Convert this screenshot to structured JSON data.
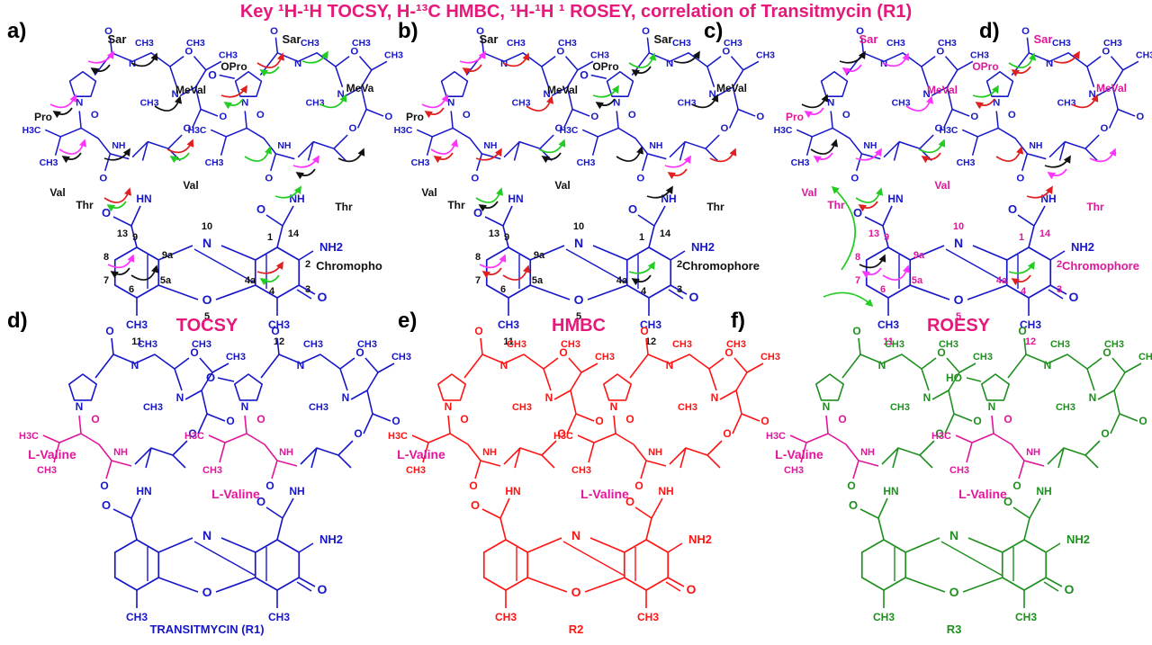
{
  "title": {
    "text": "Key ¹H-¹H  TOCSY, H-¹³C HMBC, ¹H-¹H ¹ ROSEY,  correlation of Transitmycin (R1)"
  },
  "panel_labels": [
    "a)",
    "b)",
    "c)",
    "d)",
    "d)",
    "e)",
    "f)"
  ],
  "methods": [
    "TOCSY",
    "HMBC",
    "ROESY"
  ],
  "residues": {
    "sar": "Sar",
    "pro": "Pro",
    "opro": "OPro",
    "meval": "MeVal",
    "meval_cut": "MeVa",
    "val": "Val",
    "thr": "Thr",
    "chromophore": "Chromophore",
    "chromophore_cut": "Chromopho"
  },
  "groups": {
    "nh": "NH",
    "nh2": "NH2",
    "hn": "HN",
    "ch3": "CH3",
    "h3c": "H3C",
    "n": "N",
    "o": "O",
    "ho": "HO"
  },
  "atom_numbers": [
    "1",
    "2",
    "3",
    "4",
    "4a",
    "5",
    "5a",
    "6",
    "7",
    "8",
    "9",
    "9a",
    "10",
    "11",
    "12",
    "13",
    "14"
  ],
  "lvaline": "L-Valine",
  "compounds": [
    "TRANSITMYCIN (R1)",
    "R2",
    "R3"
  ],
  "colors": {
    "title": "#e6197a",
    "magenta": "#e0179a",
    "pink_label": "#e6197a",
    "blue": "#1717c8",
    "red": "#ff1414",
    "green": "#1f8f1f",
    "arrow_black": "#111111",
    "arrow_red": "#e02020",
    "arrow_green": "#22cc22",
    "arrow_magenta": "#ff33ff"
  }
}
